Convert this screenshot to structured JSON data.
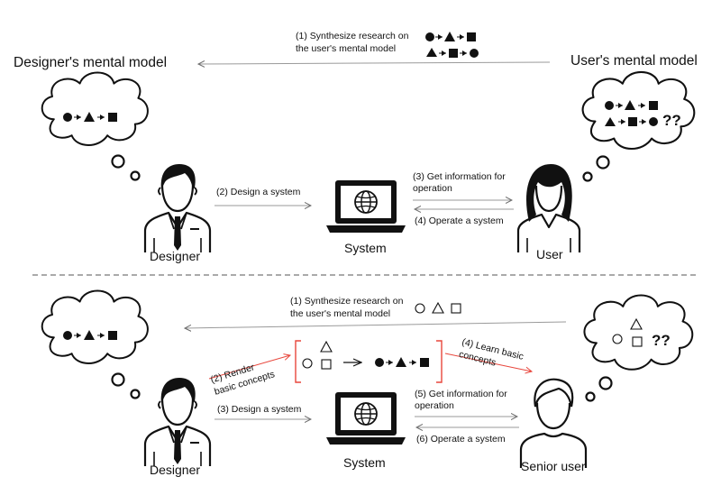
{
  "top": {
    "research_line1": "(1) Synthesize research on",
    "research_line2": "the user's mental model",
    "designer_mm": "Designer's mental model",
    "user_mm": "User's mental model",
    "design_label": "(2) Design a system",
    "get_info_line1": "(3) Get information for",
    "get_info_line2": "operation",
    "operate_label": "(4) Operate a system",
    "designer": "Designer",
    "system": "System",
    "user": "User",
    "confusion": "??"
  },
  "bottom": {
    "research_line1": "(1) Synthesize research on",
    "research_line2": "the user's mental model",
    "render_line1": "(2) Render",
    "render_line2": "basic concepts",
    "learn_line1": "(4) Learn basic",
    "learn_line2": "concepts",
    "design_label": "(3) Design a system",
    "get_info_line1": "(5) Get information for",
    "get_info_line2": "operation",
    "operate_label": "(6) Operate a system",
    "designer": "Designer",
    "system": "System",
    "user": "Senior user",
    "confusion": "??"
  },
  "colors": {
    "ink": "#111111",
    "line": "#9a9a9a",
    "highlight": "#e8463c",
    "face": "#ffffff"
  }
}
